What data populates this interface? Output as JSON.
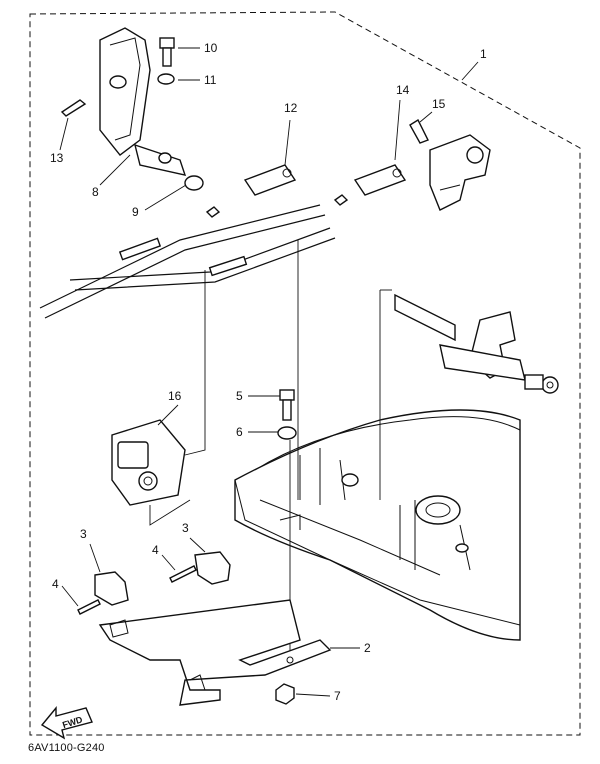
{
  "diagram": {
    "drawing_code": "6AV1100-G240",
    "fwd_label": "FWD",
    "callouts": {
      "c1": "1",
      "c2": "2",
      "c3a": "3",
      "c3b": "3",
      "c4a": "4",
      "c4b": "4",
      "c5": "5",
      "c6": "6",
      "c7": "7",
      "c8": "8",
      "c9": "9",
      "c10": "10",
      "c11": "11",
      "c12": "12",
      "c13": "13",
      "c14": "14",
      "c15": "15",
      "c16": "16"
    }
  }
}
